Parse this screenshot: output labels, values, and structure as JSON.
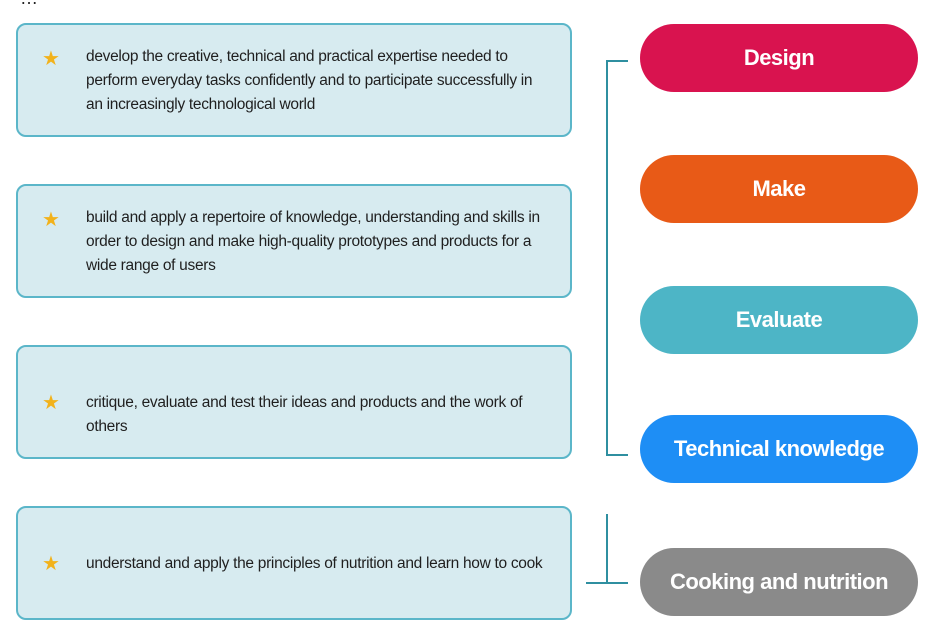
{
  "aims": [
    {
      "text": "develop the creative, technical and practical expertise needed to perform everyday tasks confidently and to participate successfully in an increasingly technological world"
    },
    {
      "text": "build and apply a repertoire of knowledge, understanding and skills in order to design and make high-quality prototypes and products for a wide range of users"
    },
    {
      "text": "critique, evaluate and test their ideas and products and the work of others"
    },
    {
      "text": "understand and apply the principles of nutrition and learn how to cook"
    }
  ],
  "pills": [
    {
      "label": "Design",
      "color": "#d9134f"
    },
    {
      "label": "Make",
      "color": "#e85a17"
    },
    {
      "label": "Evaluate",
      "color": "#4db5c6"
    },
    {
      "label": "Technical knowledge",
      "color": "#1e8ef5"
    },
    {
      "label": "Cooking and nutrition",
      "color": "#8a8a8a"
    }
  ],
  "colors": {
    "box_fill": "#d7ebf0",
    "box_border": "#5bb6c9",
    "star": "#f2b21b",
    "connector": "#2f8fa0"
  },
  "icons": {
    "bullet": "star-icon"
  }
}
